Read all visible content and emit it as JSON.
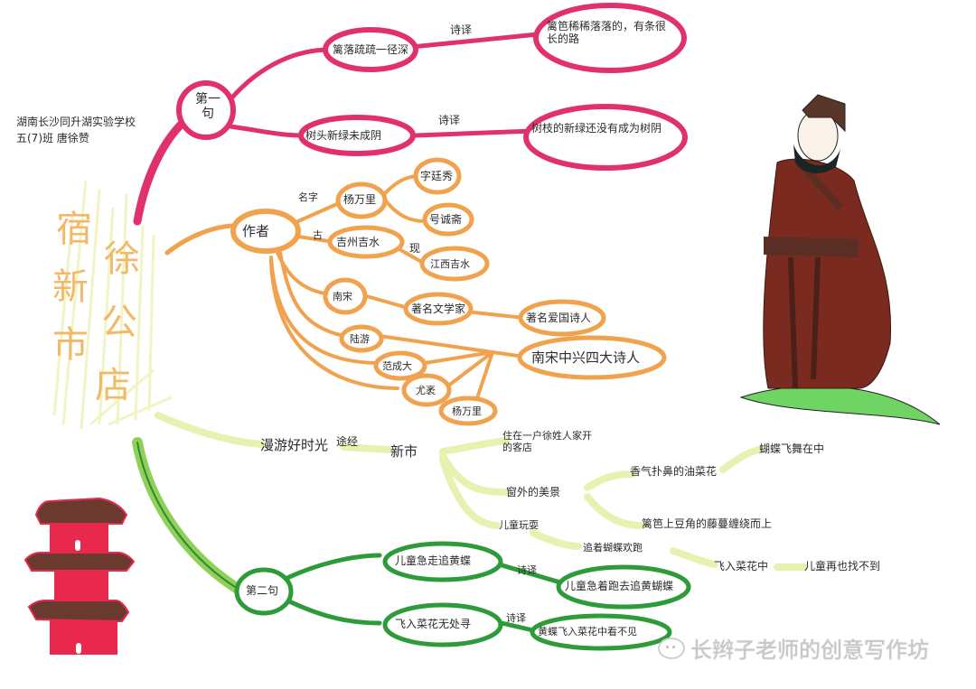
{
  "title": {
    "lines": [
      "宿新市",
      "徐公店"
    ],
    "chars_col1": [
      "宿",
      "新",
      "市"
    ],
    "chars_col2": [
      "徐",
      "公",
      "店"
    ],
    "color": "#f0b35a",
    "accent_color": "#7aa23a"
  },
  "author_note": {
    "line1": "湖南长沙同升湖实验学校",
    "line2": "五(7)班 唐徐赞"
  },
  "branch_line1": {
    "color": "#e0306e",
    "root": "第一句",
    "items": [
      {
        "phrase": "篱落疏疏一径深",
        "link": "诗译",
        "translation": "篱笆稀稀落落的，有条很长的路"
      },
      {
        "phrase": "树头新绿未成阴",
        "link": "诗译",
        "translation": "树枝的新绿还没有成为树阴"
      }
    ]
  },
  "branch_author": {
    "color": "#f0a24e",
    "root": "作者",
    "name_label": "名字",
    "name": "杨万里",
    "courtesy": "字廷秀",
    "pseudonym": "号诚斋",
    "ancient_label": "古",
    "hometown_old": "吉州吉水",
    "modern_label": "现",
    "hometown_new": "江西吉水",
    "dynasty": "南宋",
    "famous_as": "著名文学家",
    "famous_poet": "著名爱国诗人",
    "group": "南宋中兴四大诗人",
    "members": [
      "陆游",
      "范成大",
      "尤袤",
      "杨万里"
    ]
  },
  "branch_background": {
    "color": "#d9e98a",
    "intro": "漫游好时光",
    "route_label": "途经",
    "place": "新市",
    "stay": "住在一户徐姓人家开的客店",
    "scenery_label": "窗外的美景",
    "scenes": [
      "香气扑鼻的油菜花",
      "蝴蝶飞舞在中",
      "篱笆上豆角的藤蔓缠绕而上"
    ],
    "children_play_label": "儿童玩耍",
    "chase": "追着蝴蝶欢跑",
    "fly_in": "飞入菜花中",
    "result": "儿童再也找不到"
  },
  "branch_line2": {
    "color": "#2e9b3a",
    "root": "第二句",
    "items": [
      {
        "phrase": "儿童急走追黄蝶",
        "link": "诗译",
        "translation": "儿童急着跑去追黄蝴蝶"
      },
      {
        "phrase": "飞入菜花无处寻",
        "link": "诗译",
        "translation": "黄蝶飞入菜花中看不见"
      }
    ]
  },
  "illustrations": {
    "poet": "poet-figure",
    "pagoda": "pagoda"
  },
  "watermark": {
    "text": "长辫子老师的创意写作坊",
    "icon": "wechat-icon"
  }
}
